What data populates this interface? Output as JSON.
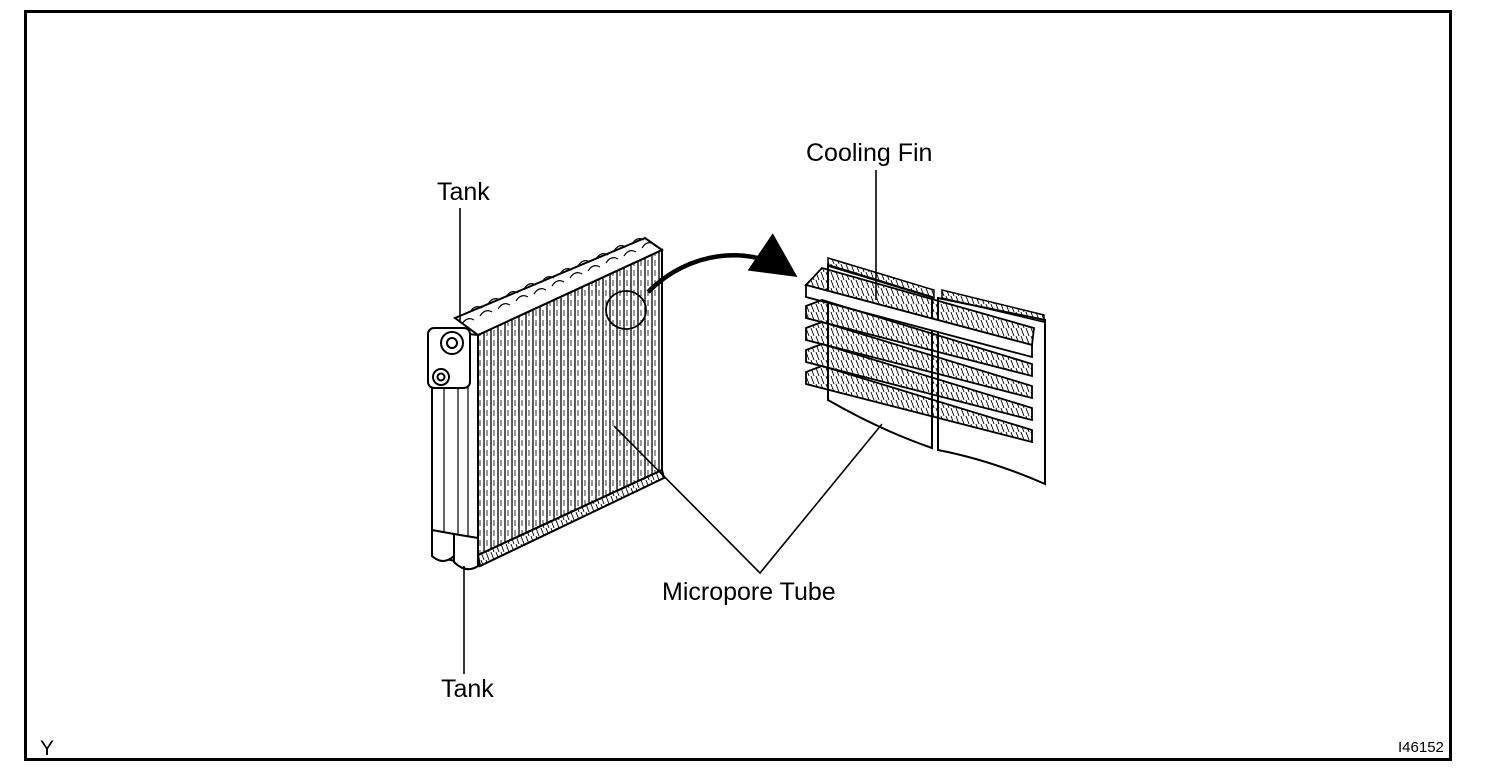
{
  "labels": {
    "cooling_fin": "Cooling Fin",
    "tank_top": "Tank",
    "tank_bottom": "Tank",
    "micropore_tube": "Micropore Tube"
  },
  "corner_marks": {
    "bottom_left": "Y",
    "bottom_right": "I46152"
  }
}
